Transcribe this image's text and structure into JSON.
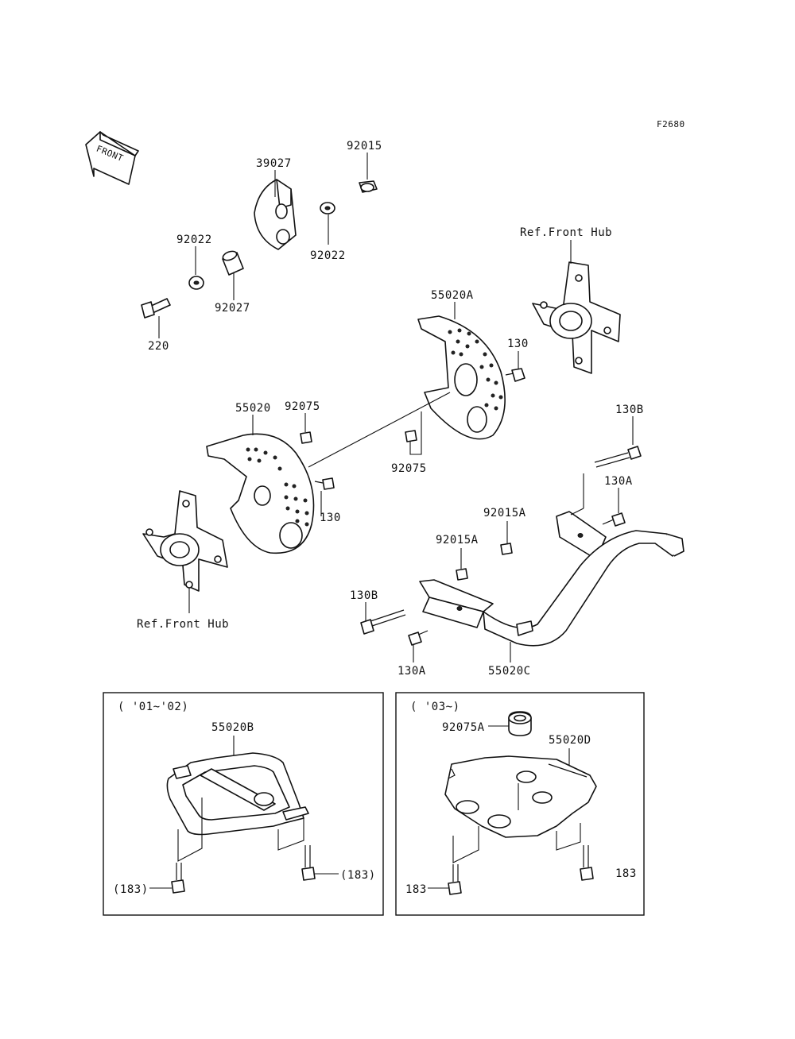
{
  "figure_code": "F2680",
  "front_arrow": "FRONT",
  "labels": {
    "p39027": "39027",
    "p92015": "92015",
    "p92022_right": "92022",
    "p92022_left": "92022",
    "p92027": "92027",
    "p220": "220",
    "ref_hub_top": "Ref.Front Hub",
    "p55020A": "55020A",
    "p130_top": "130",
    "p55020": "55020",
    "p92075_left": "92075",
    "p92075_mid": "92075",
    "p130_left": "130",
    "p130B_right": "130B",
    "p130A_right": "130A",
    "p92015A_top": "92015A",
    "p92015A_mid": "92015A",
    "ref_hub_bottom": "Ref.Front Hub",
    "p130B_left": "130B",
    "p130A_left": "130A",
    "p55020C": "55020C"
  },
  "inset_left": {
    "years": "( '01~'02)",
    "part": "55020B",
    "bolt_left": "(183)",
    "bolt_right": "(183)"
  },
  "inset_right": {
    "years": "( '03~)",
    "cap": "92075A",
    "part": "55020D",
    "bolt_left": "183",
    "bolt_right": "183"
  }
}
